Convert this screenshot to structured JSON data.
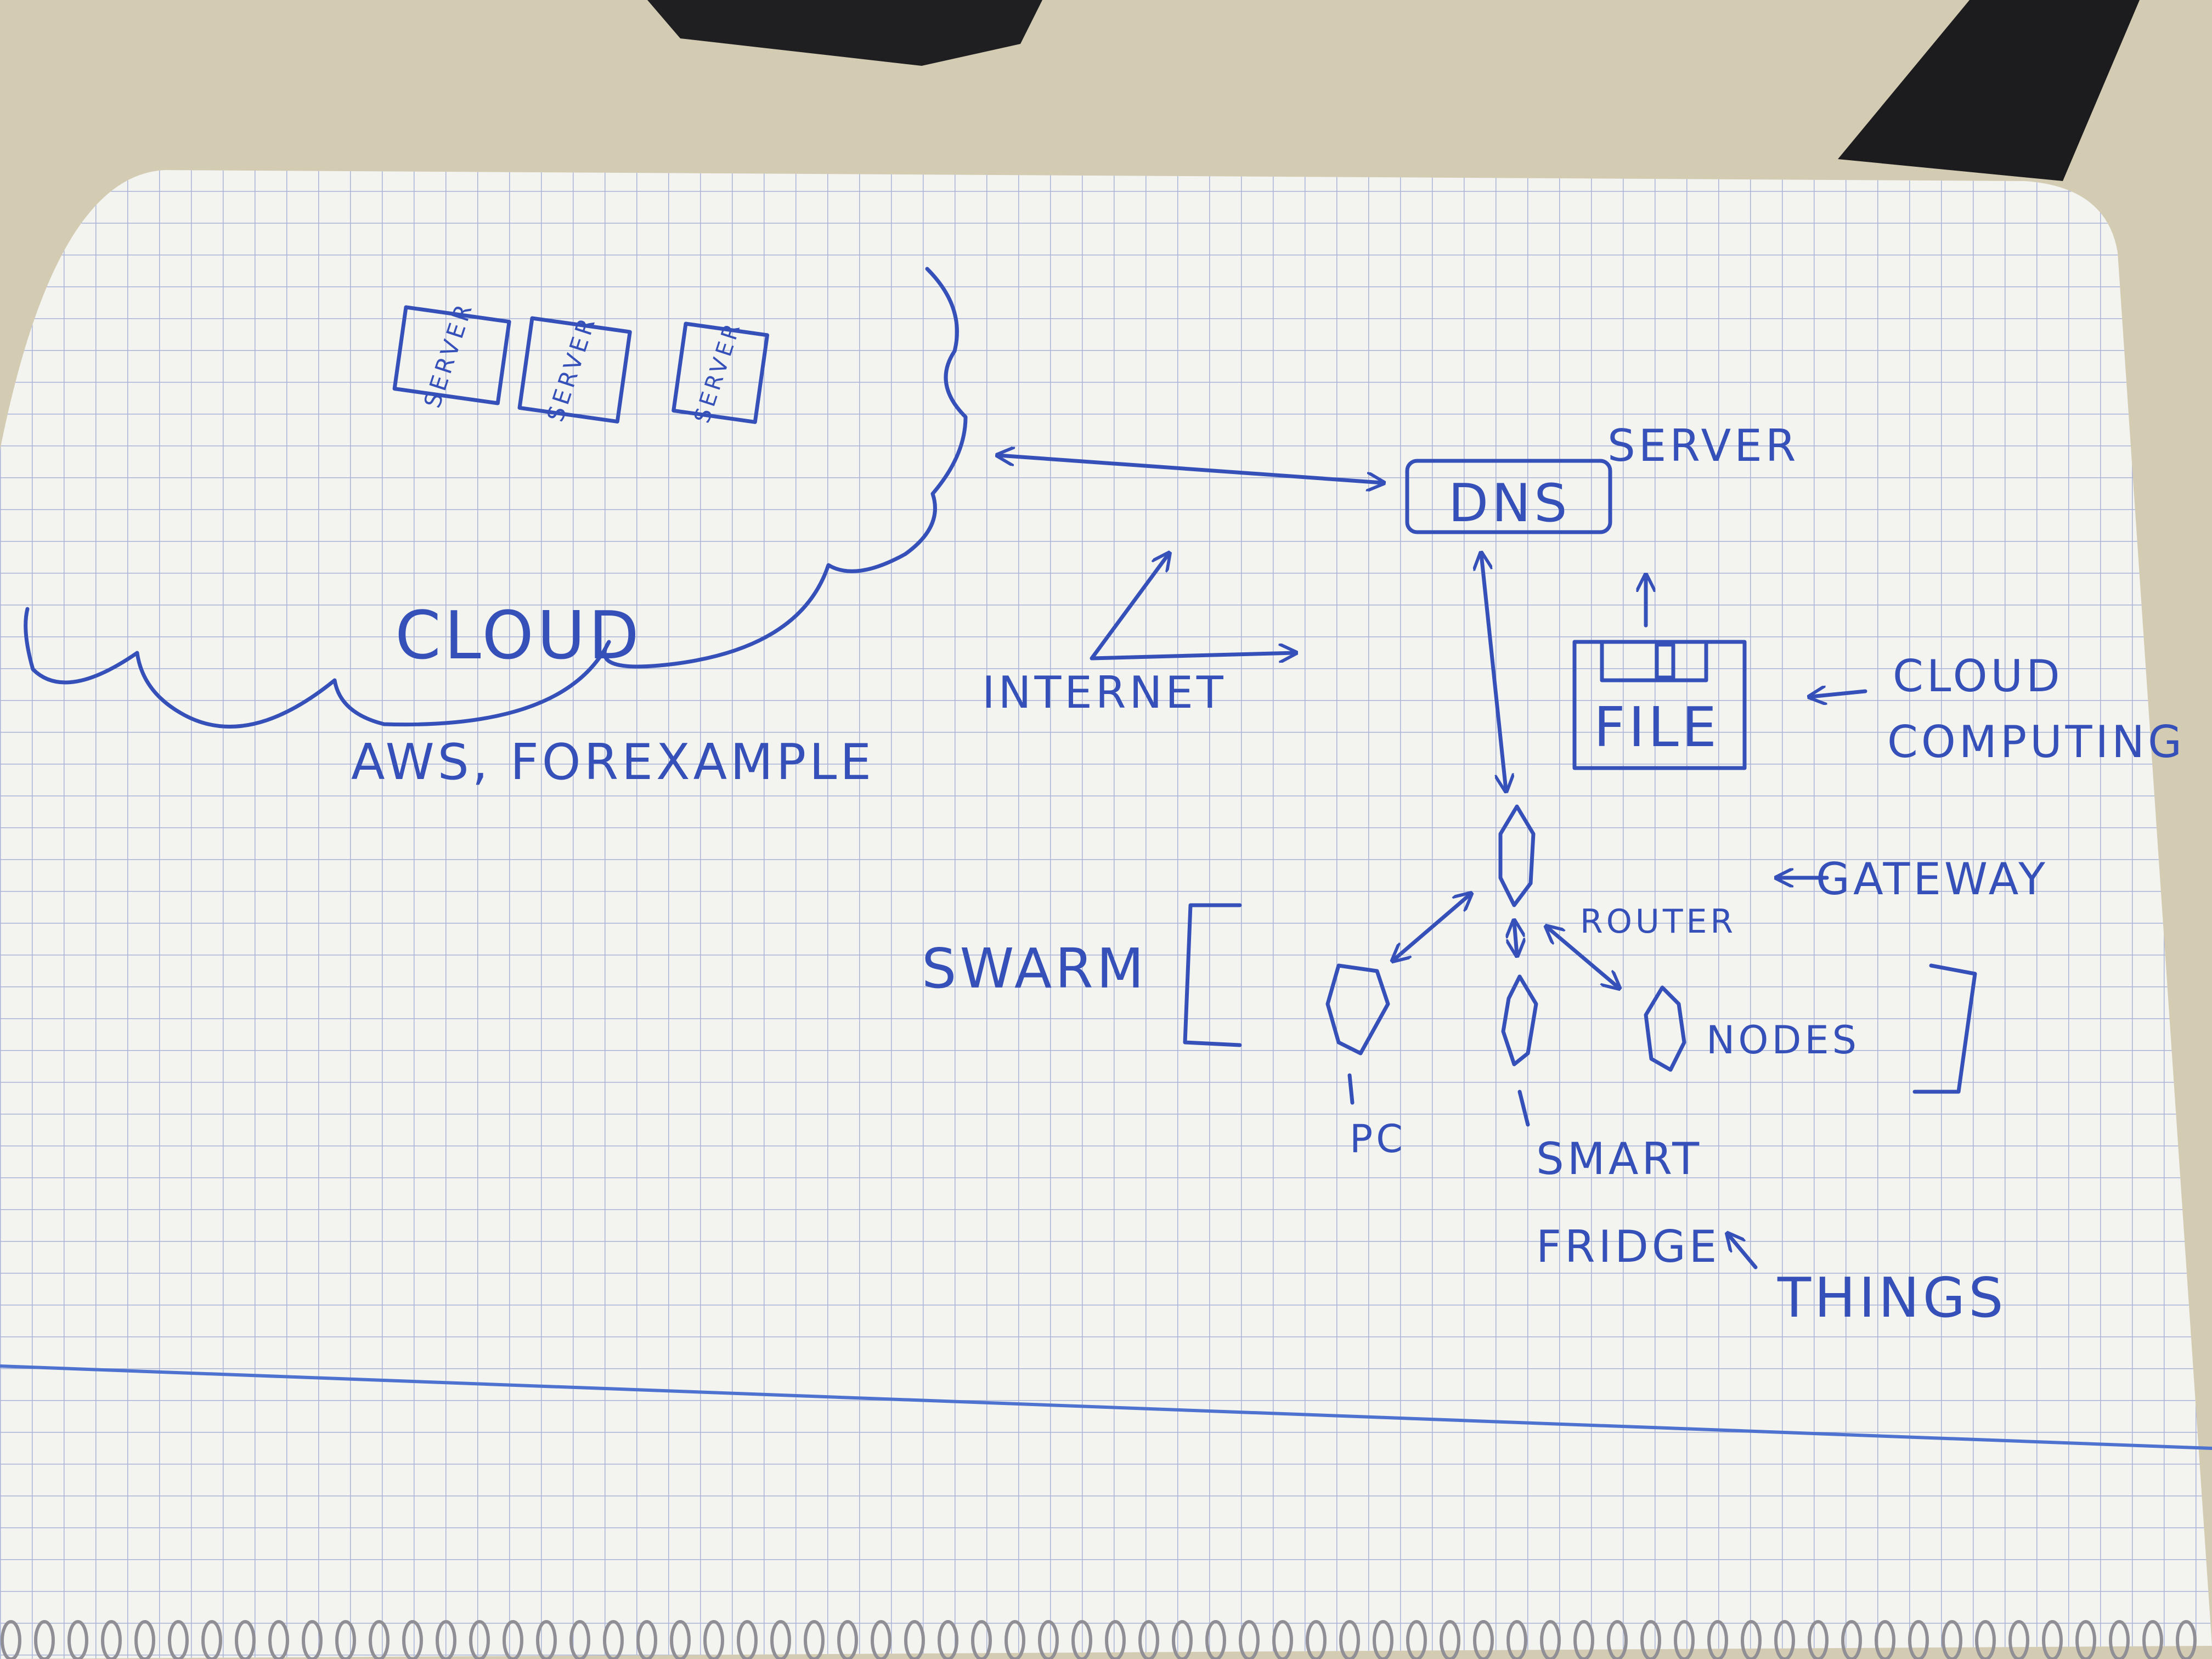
{
  "diagram": {
    "cloud": {
      "label": "CLOUD",
      "caption": "AWS, FOREXAMPLE",
      "servers": [
        "SERVER",
        "SERVER",
        "SERVER"
      ]
    },
    "internet": {
      "label": "INTERNET"
    },
    "dns": {
      "label": "DNS",
      "annotation": "SERVER"
    },
    "file": {
      "label": "FILE"
    },
    "cloud_computing": {
      "lines": [
        "CLOUD",
        "COMPUTING"
      ]
    },
    "gateway": {
      "label": "GATEWAY",
      "router_label": "ROUTER"
    },
    "swarm": {
      "label": "SWARM"
    },
    "nodes": [
      {
        "label": "PC"
      },
      {
        "label_lines": [
          "SMART",
          "FRIDGE"
        ]
      },
      {
        "label": "NODES"
      }
    ],
    "things": {
      "label": "THINGS"
    }
  },
  "colors": {
    "ink": "#3550b8",
    "paper": "#f3f3f0",
    "grid": "#a9b3d6",
    "desk": "#cfc7ad"
  }
}
